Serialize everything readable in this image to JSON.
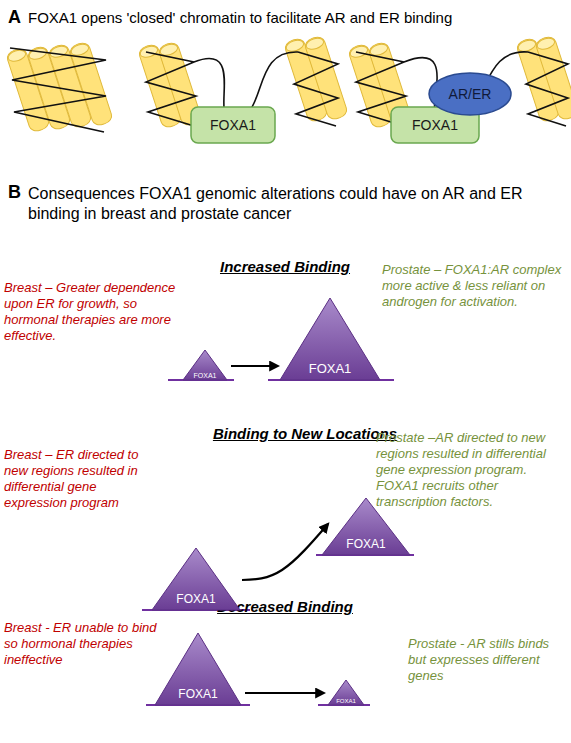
{
  "diagram": {
    "nodes": [
      {
        "text": [
          "FOXA1"
        ]
      },
      {
        "text": [
          "AR/ER"
        ]
      },
      {
        "text": [
          "FOXA1"
        ]
      },
      {
        "text": [
          "FOXA1"
        ]
      },
      {
        "text": [
          "FOXA1"
        ]
      },
      {
        "text": [
          "FOXA1"
        ]
      },
      {
        "text": [
          "FOXA1"
        ]
      },
      {
        "text": [
          "FOXA1"
        ]
      },
      {
        "text": [
          "FOXA1"
        ]
      }
    ],
    "edges": [
      {
        "from": 3,
        "to": 4,
        "arrow": "to"
      },
      {
        "from": 6,
        "to": 5,
        "arrow": "to"
      },
      {
        "from": 7,
        "to": 8,
        "arrow": "to"
      }
    ],
    "labels": [
      "A",
      "FOXA1 opens 'closed' chromatin to facilitate AR and ER binding",
      "B",
      "Consequences FOXA1 genomic alterations could have on AR and ER binding in breast and prostate cancer",
      "Increased Binding",
      "Breast – Greater dependence upon ER for growth, so hormonal therapies are more effective.",
      "Prostate – FOXA1:AR complex more active & less reliant on androgen for activation.",
      "Binding to New Locations",
      "Breast – ER directed to new regions resulted in differential gene expression program",
      "Prostate –AR directed to new regions resulted in differential gene expression program. FOXA1 recruits other transcription factors.",
      "Decreased Binding",
      "Breast - ER unable to bind so hormonal therapies ineffective",
      "Prostate - AR stills binds but expresses different genes"
    ]
  }
}
